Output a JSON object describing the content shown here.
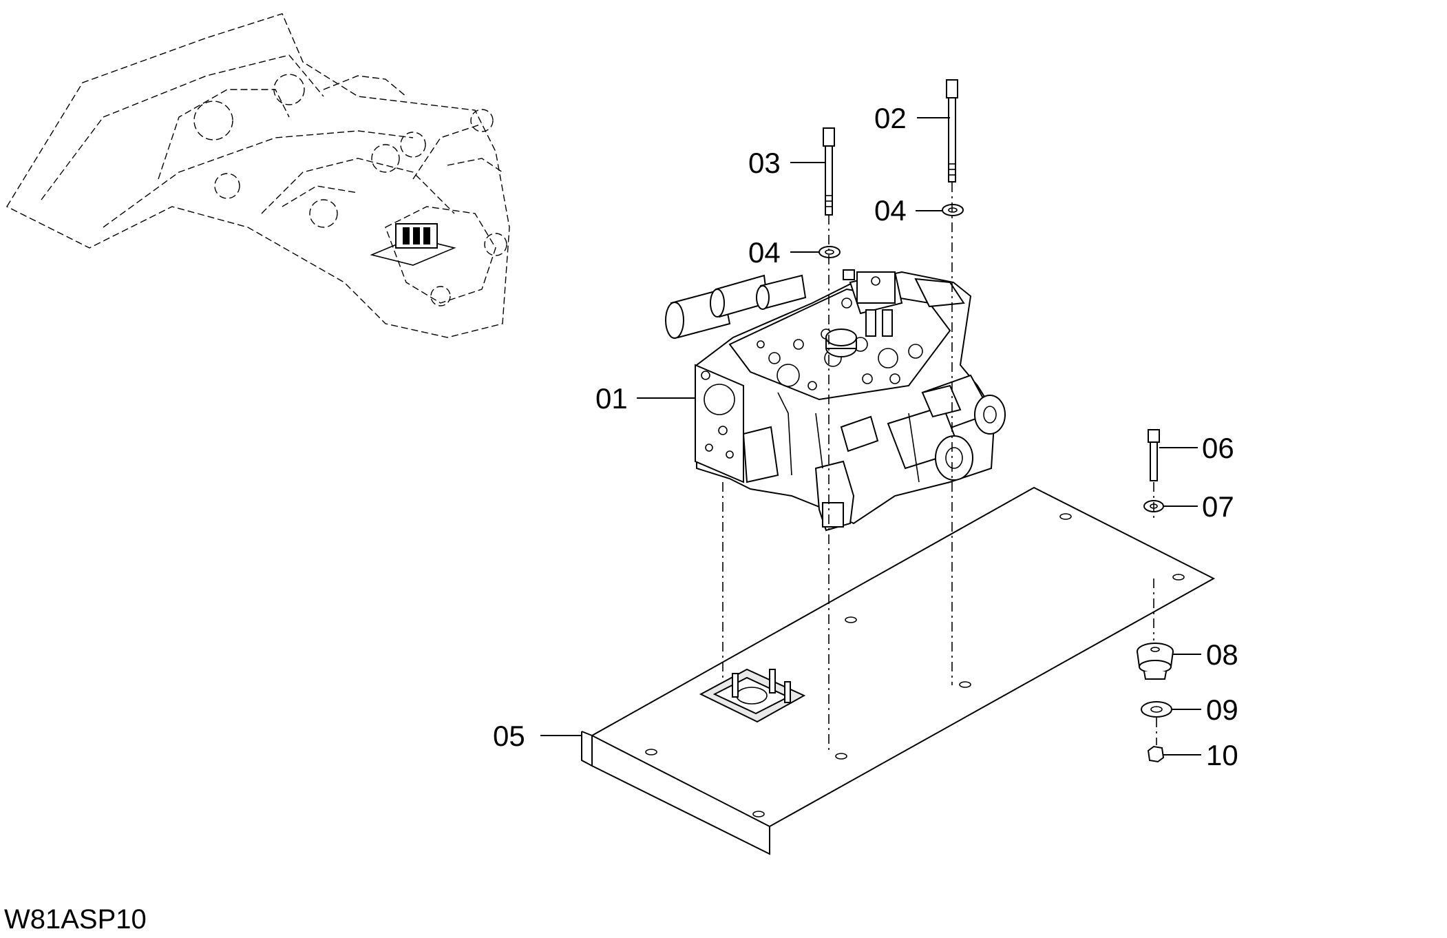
{
  "figure_code": "W81ASP10",
  "callouts": {
    "p01": "01",
    "p02": "02",
    "p03": "03",
    "p04a": "04",
    "p04b": "04",
    "p05": "05",
    "p06": "06",
    "p07": "07",
    "p08": "08",
    "p09": "09",
    "p10": "10"
  }
}
